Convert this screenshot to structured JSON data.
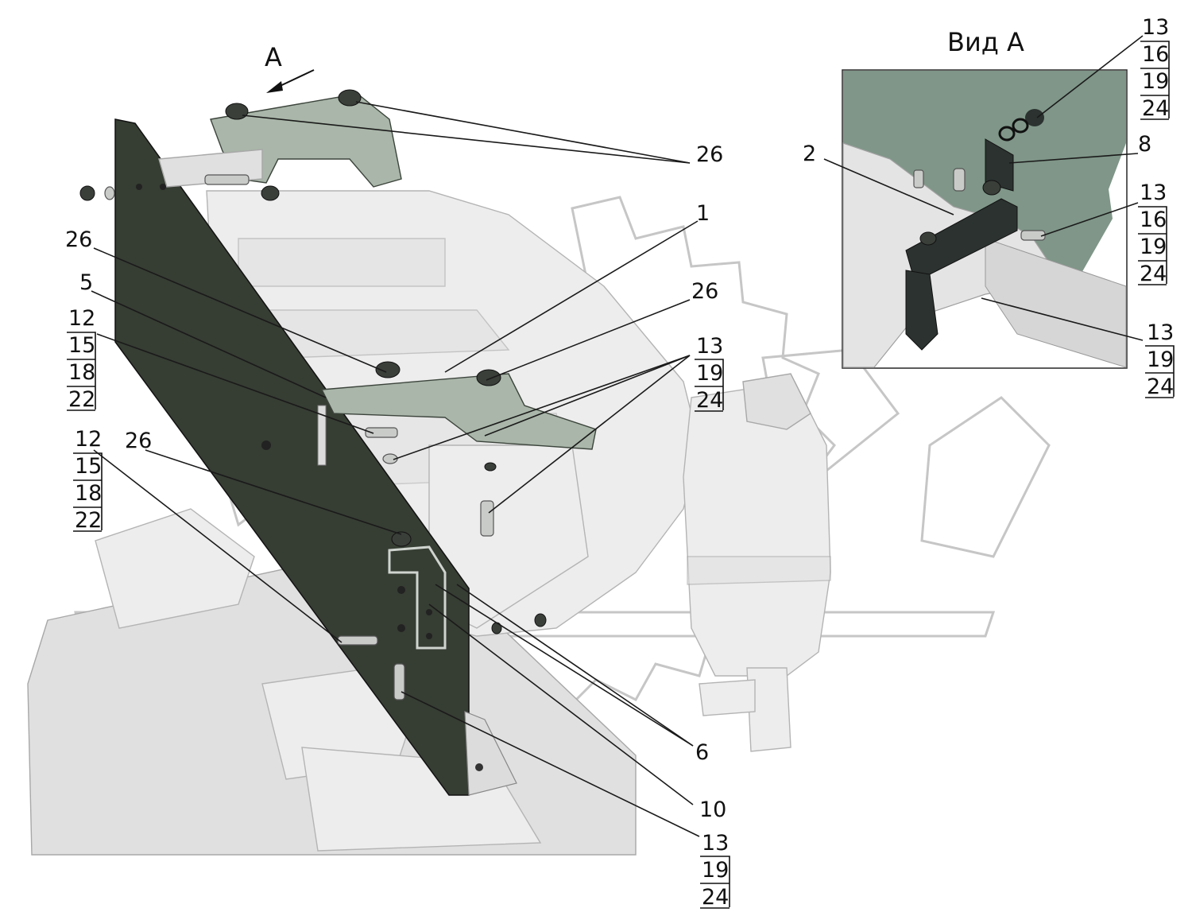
{
  "view": {
    "arrow_label": "A",
    "inset_title": "Вид А"
  },
  "callouts": {
    "c26_top": "26",
    "c1": "1",
    "c26_left": "26",
    "c5": "5",
    "c26_mid": "26",
    "c26_low": "26",
    "c6": "6",
    "c10": "10",
    "c2": "2",
    "c8": "8"
  },
  "stacks": {
    "left_upper": [
      "12",
      "15",
      "18",
      "22"
    ],
    "left_lower": [
      "12",
      "15",
      "18",
      "22"
    ],
    "mid_right": [
      "13",
      "19",
      "24"
    ],
    "bottom": [
      "13",
      "19",
      "24"
    ],
    "inset_top": [
      "13",
      "16",
      "19",
      "24"
    ],
    "inset_mid": [
      "13",
      "16",
      "19",
      "24"
    ],
    "inset_low": [
      "13",
      "19",
      "24"
    ]
  },
  "colors": {
    "panel": "#363d33",
    "inset_bg": "#7f9688",
    "bracket": "#a9b6a9",
    "watermark": "#c6c6c6"
  }
}
